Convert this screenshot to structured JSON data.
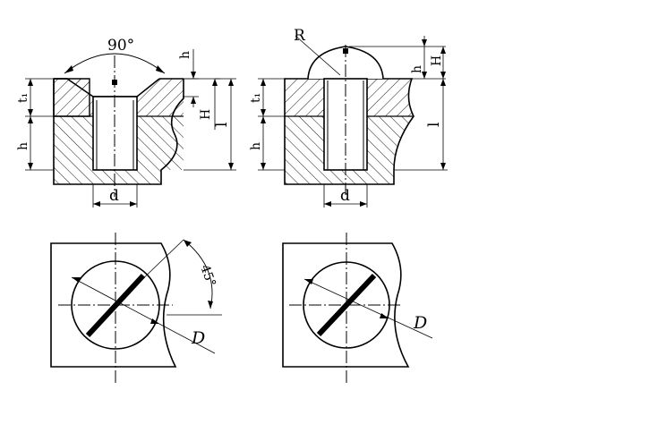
{
  "labels": {
    "angle_90": "90°",
    "h_top_left": "h",
    "t1_left": "t₁",
    "H_left": "H",
    "l_left": "l",
    "h_left": "h",
    "d_left": "d",
    "R": "R",
    "h_top_right": "h",
    "H_right": "H",
    "t1_right": "t₁",
    "l_right": "l",
    "h_right": "h",
    "d_right": "d",
    "angle_45": "45°",
    "D_left": "D",
    "D_right": "D"
  },
  "colors": {
    "ink": "#000000",
    "paper": "#ffffff"
  }
}
